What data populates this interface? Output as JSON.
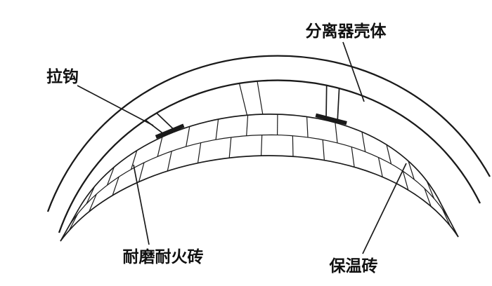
{
  "figure": {
    "labels": {
      "shell": "分离器壳体",
      "hook": "拉钩",
      "refractory_brick": "耐磨耐火砖",
      "insulation_brick": "保温砖"
    },
    "colors": {
      "line": "#1a1a1a",
      "background": "#ffffff",
      "text": "#111111"
    }
  }
}
